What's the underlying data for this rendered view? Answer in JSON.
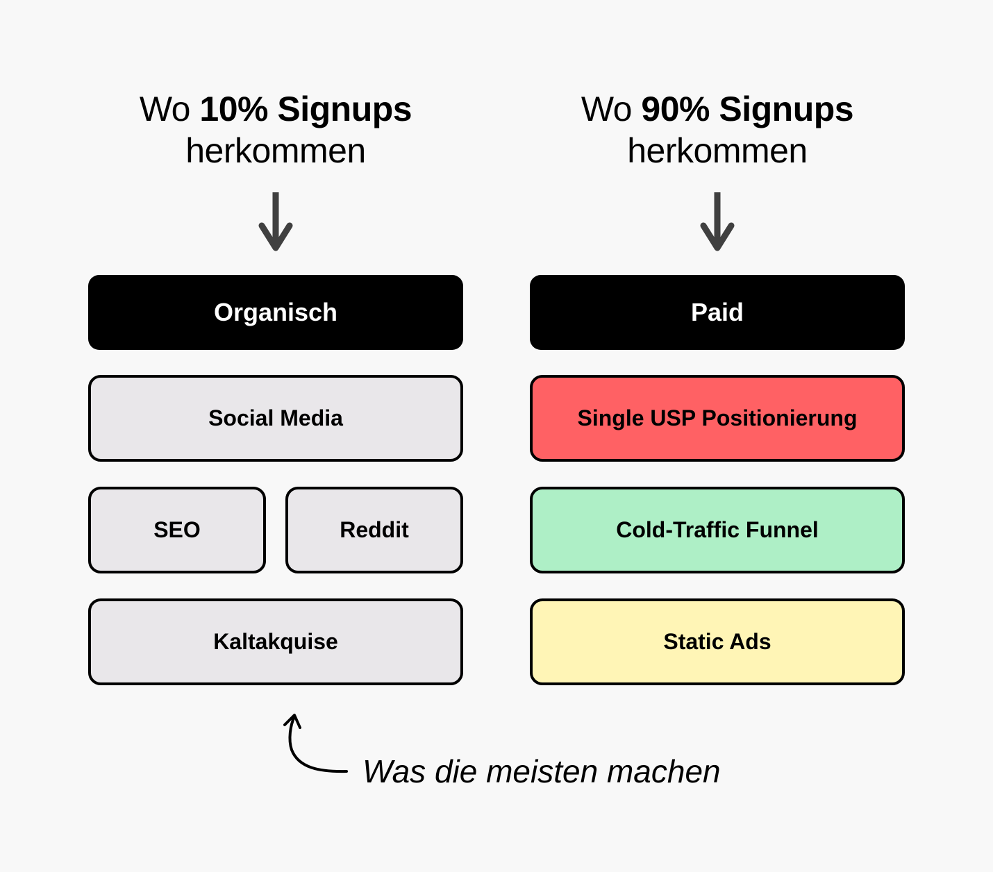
{
  "left": {
    "heading": {
      "prefix": "Wo",
      "highlight": "10% Signups",
      "line2": "herkommen"
    },
    "category": "Organisch",
    "items": [
      "Social Media",
      "SEO",
      "Reddit",
      "Kaltakquise"
    ]
  },
  "right": {
    "heading": {
      "prefix": "Wo",
      "highlight": "90% Signups",
      "line2": "herkommen"
    },
    "category": "Paid",
    "items": [
      "Single USP Positionierung",
      "Cold-Traffic Funnel",
      "Static Ads"
    ]
  },
  "annotation": "Was die meisten machen",
  "colors": {
    "background": "#f8f8f8",
    "header": "#000000",
    "grey": "#e9e7ea",
    "red": "#ff6164",
    "green": "#aeefc6",
    "yellow": "#fff5b6",
    "arrow": "#404040"
  },
  "icons": [
    "arrow-down-icon",
    "curved-arrow-icon"
  ]
}
